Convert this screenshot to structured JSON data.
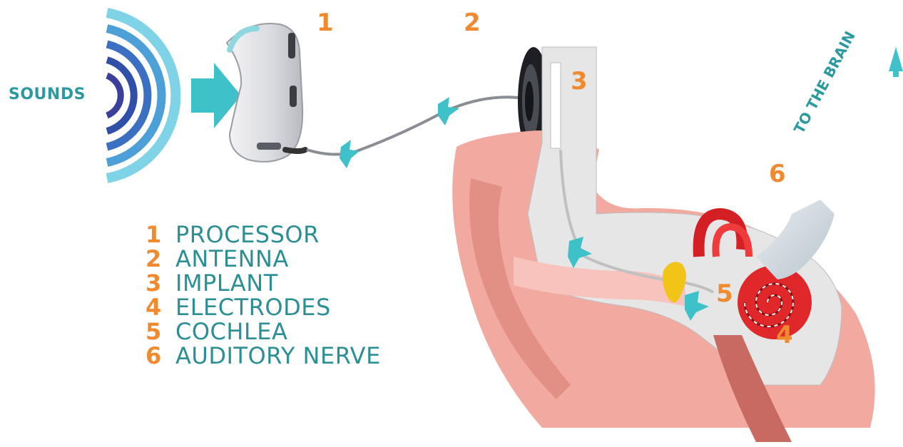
{
  "labels": {
    "sounds": "SOUNDS",
    "to_brain": "TO THE BRAIN"
  },
  "callouts": {
    "processor": "1",
    "antenna": "2",
    "implant": "3",
    "electrodes": "4",
    "cochlea": "5",
    "auditory_nerve": "6"
  },
  "legend": [
    {
      "number": "1",
      "label": "PROCESSOR"
    },
    {
      "number": "2",
      "label": "ANTENNA"
    },
    {
      "number": "3",
      "label": "IMPLANT"
    },
    {
      "number": "4",
      "label": "ELECTRODES"
    },
    {
      "number": "5",
      "label": "COCHLEA"
    },
    {
      "number": "6",
      "label": "AUDITORY NERVE"
    }
  ],
  "colors": {
    "accent_orange": "#f08a2e",
    "teal": "#2b9aa0",
    "arrow_teal": "#3fc1c9",
    "skin": "#f2a9a0",
    "bone": "#e6e6e6",
    "cochlea_red": "#e0282a",
    "wave_blue": "#2f4fa8"
  }
}
